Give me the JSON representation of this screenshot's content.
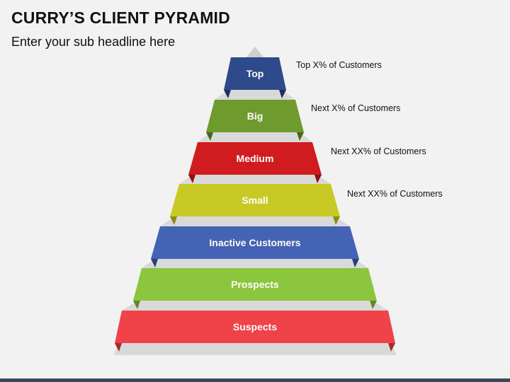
{
  "header": {
    "title": "CURRY’S CLIENT PYRAMID",
    "subtitle": "Enter your sub headline here"
  },
  "pyramid": {
    "levels": [
      {
        "label": "Top",
        "color": "#2f4a8a",
        "dark": "#1c2f5e"
      },
      {
        "label": "Big",
        "color": "#6e9a2e",
        "dark": "#46661a"
      },
      {
        "label": "Medium",
        "color": "#d01b1f",
        "dark": "#8c1014"
      },
      {
        "label": "Small",
        "color": "#c9c926",
        "dark": "#8a8a14"
      },
      {
        "label": "Inactive Customers",
        "color": "#4563b5",
        "dark": "#2a3f7a"
      },
      {
        "label": "Prospects",
        "color": "#8cc63f",
        "dark": "#5c8a22"
      },
      {
        "label": "Suspects",
        "color": "#ef4349",
        "dark": "#a82a2e"
      }
    ],
    "notes": [
      "Top X% of Customers",
      "Next X% of Customers",
      "Next XX% of Customers",
      "Next XX% of Customers"
    ]
  }
}
